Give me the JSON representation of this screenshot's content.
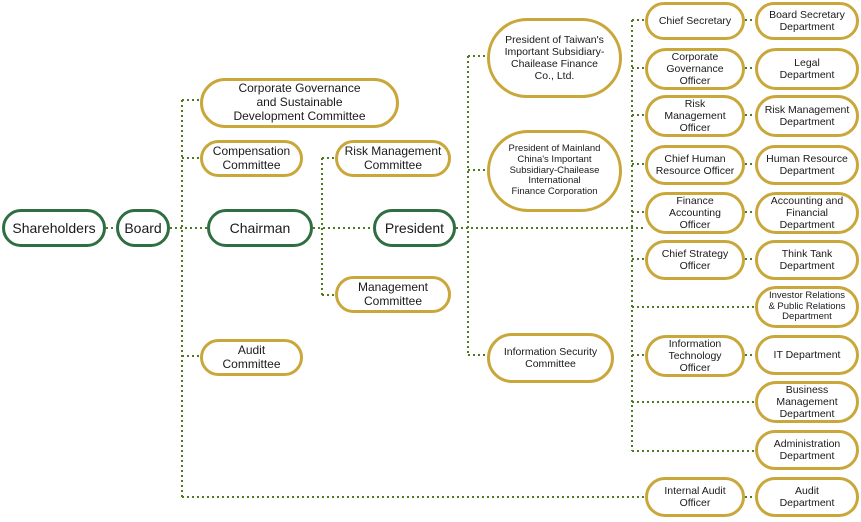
{
  "nodes": {
    "shareholders": "Shareholders",
    "board": "Board",
    "chairman": "Chairman",
    "president": "President",
    "corp_gov": "Corporate Governance\nand Sustainable\nDevelopment Committee",
    "compensation": "Compensation\nCommittee",
    "audit_committee": "Audit\nCommittee",
    "risk_mgmt_committee": "Risk Management\nCommittee",
    "management_committee": "Management\nCommittee",
    "taiwan_president": "President of Taiwan's\nImportant Subsidiary-\nChailease Finance\nCo., Ltd.",
    "mainland_president": "President of Mainland\nChina's Important\nSubsidiary-Chailease\nInternational\nFinance Corporation",
    "info_security_committee": "Information Security\nCommittee",
    "chief_secretary": "Chief Secretary",
    "corp_gov_officer": "Corporate\nGovernance\nOfficer",
    "risk_mgmt_officer": "Risk\nManagement\nOfficer",
    "chief_hr_officer": "Chief Human\nResource Officer",
    "finance_accounting_officer": "Finance\nAccounting\nOfficer",
    "chief_strategy_officer": "Chief Strategy\nOfficer",
    "it_officer": "Information\nTechnology\nOfficer",
    "internal_audit_officer": "Internal Audit\nOfficer",
    "board_secretary_dept": "Board Secretary\nDepartment",
    "legal_dept": "Legal\nDepartment",
    "risk_mgmt_dept": "Risk Management\nDepartment",
    "hr_dept": "Human Resource\nDepartment",
    "accounting_dept": "Accounting and\nFinancial\nDepartment",
    "think_tank_dept": "Think Tank\nDepartment",
    "ir_pr_dept": "Investor Relations\n& Public Relations\nDepartment",
    "it_dept": "IT Department",
    "business_mgmt_dept": "Business\nManagement\nDepartment",
    "administration_dept": "Administration\nDepartment",
    "audit_dept": "Audit\nDepartment"
  },
  "colors": {
    "green": "#2e6e42",
    "gold": "#c9a73a",
    "connector": "#4f7a1f"
  }
}
